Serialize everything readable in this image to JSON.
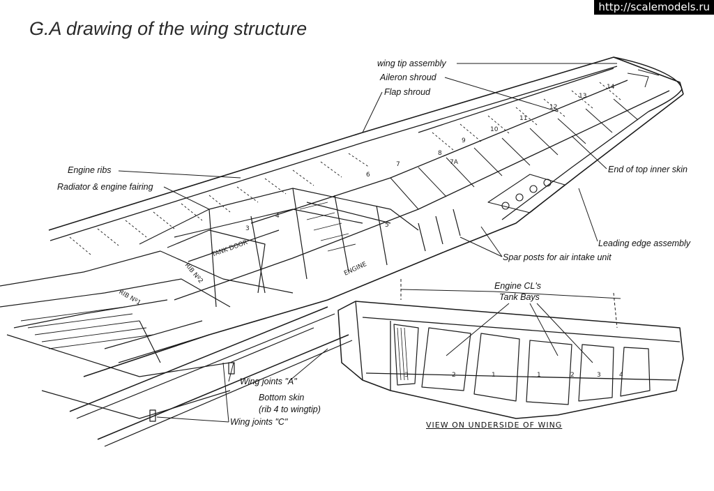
{
  "title": "G.A drawing of the wing structure",
  "watermark": "http://scalemodels.ru",
  "labels": {
    "wing_tip_assembly": "wing tip assembly",
    "aileron_shroud": "Aileron shroud",
    "flap_shroud": "Flap shroud",
    "engine_ribs": "Engine ribs",
    "radiator_engine_fairing": "Radiator & engine fairing",
    "end_of_top_inner_skin": "End of top inner skin",
    "leading_edge_assembly": "Leading edge assembly",
    "spar_posts": "Spar posts for air intake unit",
    "engine_cls": "Engine CL's",
    "tank_bays": "Tank Bays",
    "wing_joints_a": "Wing joints \"A\"",
    "bottom_skin_1": "Bottom skin",
    "bottom_skin_2": "(rib 4 to wingtip)",
    "wing_joints_c": "Wing joints \"C\"",
    "view_underside": "VIEW ON UNDERSIDE OF WING"
  },
  "drawing_text": {
    "tank_door": "TANK DOOR",
    "rib2": "RIB Nº2",
    "rib1": "RIB Nº1",
    "engine": "ENGINE",
    "rib_numbers": [
      "3",
      "4",
      "5",
      "6",
      "7",
      "7A",
      "8",
      "9",
      "10",
      "11",
      "12",
      "13",
      "14"
    ],
    "bay_numbers": [
      "3",
      "2",
      "1",
      "1",
      "2",
      "3",
      "4"
    ]
  }
}
